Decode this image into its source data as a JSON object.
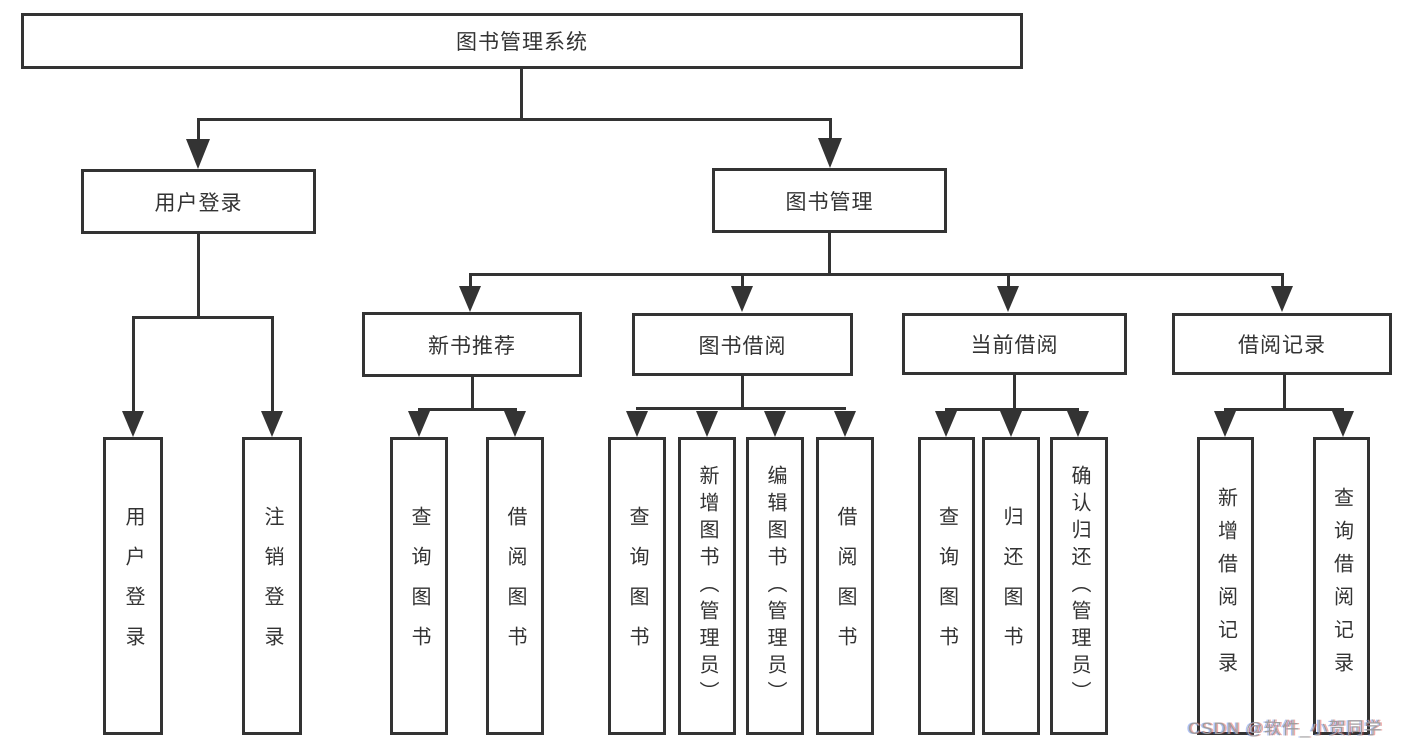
{
  "diagram": {
    "title": "图书管理系统",
    "root": {
      "label": "图书管理系统"
    },
    "level2": [
      {
        "label": "用户登录"
      },
      {
        "label": "图书管理"
      }
    ],
    "level3": [
      {
        "label": "新书推荐",
        "parent": "图书管理"
      },
      {
        "label": "图书借阅",
        "parent": "图书管理"
      },
      {
        "label": "当前借阅",
        "parent": "图书管理"
      },
      {
        "label": "借阅记录",
        "parent": "图书管理"
      }
    ],
    "leaves": [
      {
        "label": "用户登录",
        "parent": "用户登录"
      },
      {
        "label": "注销登录",
        "parent": "用户登录"
      },
      {
        "label": "查询图书",
        "parent": "新书推荐"
      },
      {
        "label": "借阅图书",
        "parent": "新书推荐"
      },
      {
        "label": "查询图书",
        "parent": "图书借阅"
      },
      {
        "label": "新增图书（管理员）",
        "parent": "图书借阅"
      },
      {
        "label": "编辑图书（管理员）",
        "parent": "图书借阅"
      },
      {
        "label": "借阅图书",
        "parent": "图书借阅"
      },
      {
        "label": "查询图书",
        "parent": "当前借阅"
      },
      {
        "label": "归还图书",
        "parent": "当前借阅"
      },
      {
        "label": "确认归还（管理员）",
        "parent": "当前借阅"
      },
      {
        "label": "新增借阅记录",
        "parent": "借阅记录"
      },
      {
        "label": "查询借阅记录",
        "parent": "借阅记录"
      }
    ]
  },
  "watermark": {
    "text": "CSDN @软件_小贺同学"
  },
  "colors": {
    "line": "#333333",
    "text": "#333333",
    "background": "#ffffff",
    "watermark": "#9e9e9e"
  }
}
